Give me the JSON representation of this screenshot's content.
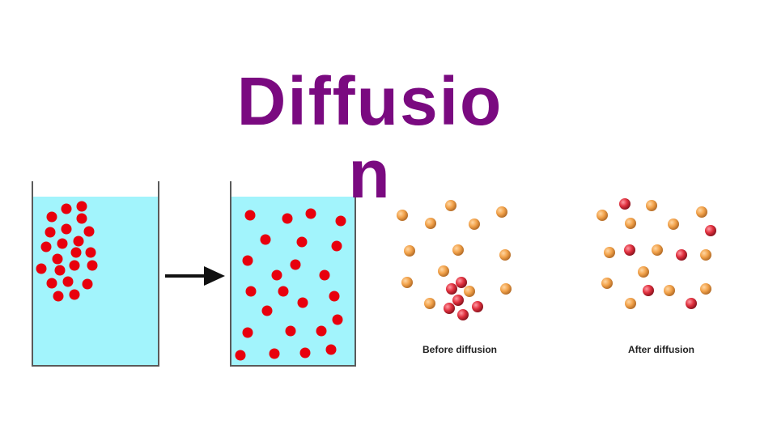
{
  "title": "Diffusion",
  "captions": {
    "before": "Before diffusion",
    "after": "After diffusion"
  },
  "colors": {
    "title": "#7a0a80",
    "water": "#a2f4fc",
    "beaker_outline": "#5a5a5a",
    "red_particle": "#e8000d",
    "orange_particle": "#f2a24a",
    "sphere_red": "#e0303e",
    "arrow": "#111111"
  },
  "icons": {
    "arrow": "right-arrow-icon"
  }
}
